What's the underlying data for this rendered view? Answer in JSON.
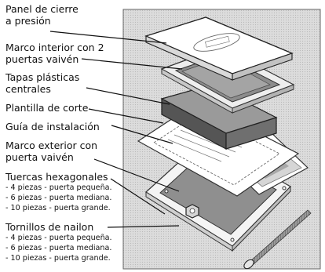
{
  "labels": {
    "snap_panel": [
      "Panel de cierre",
      "a presión"
    ],
    "inner_frame": [
      "Marco interior con 2",
      "puertas vaivén"
    ],
    "plastic_caps": [
      "Tapas plásticas",
      "centrales"
    ],
    "cut_template": "Plantilla de corte",
    "install_guide": "Guía de instalación",
    "outer_frame": [
      "Marco exterior con",
      "puerta vaivén"
    ],
    "hex_nuts": {
      "title": "Tuercas hexagonales",
      "items": [
        "- 4 piezas - puerta pequeña.",
        "- 6 piezas - puerta mediana.",
        "- 10 piezas - puerta grande."
      ]
    },
    "nylon_screws": {
      "title": "Tornillos de nailon",
      "items": [
        "- 4 piezas - puerta pequeña.",
        "- 6 piezas - puerta mediana.",
        "- 10 piezas - puerta grande."
      ]
    }
  }
}
